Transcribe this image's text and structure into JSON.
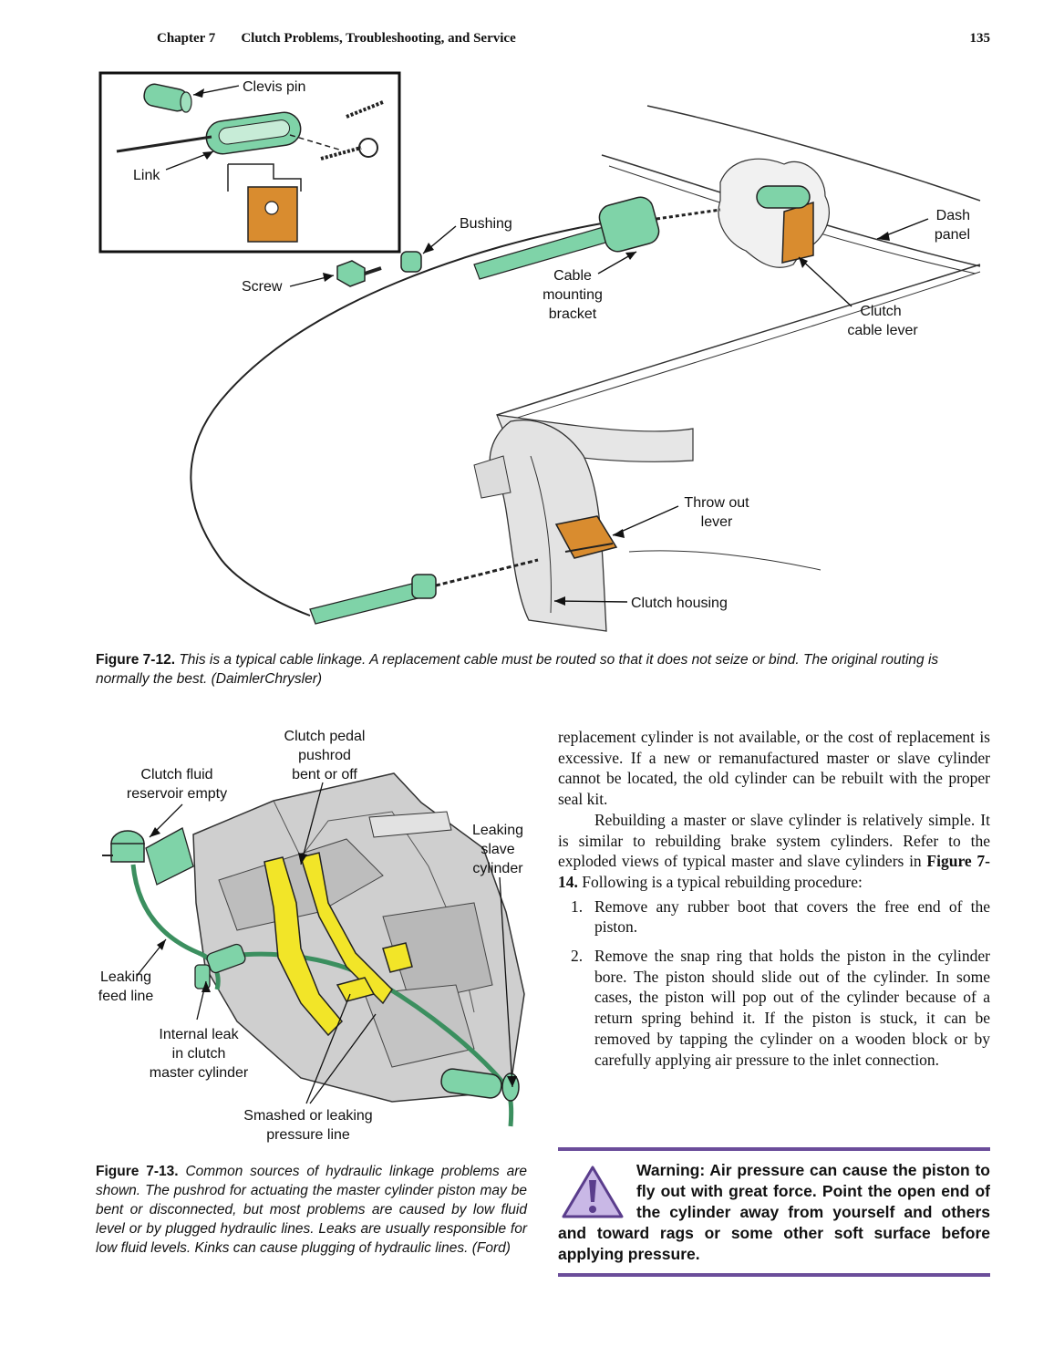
{
  "header": {
    "chapter": "Chapter 7",
    "title": "Clutch Problems, Troubleshooting, and Service",
    "page_number": "135"
  },
  "figure_12": {
    "labels": {
      "clevis_pin": "Clevis pin",
      "link": "Link",
      "bushing": "Bushing",
      "screw": "Screw",
      "cable_mounting_bracket": [
        "Cable",
        "mounting",
        "bracket"
      ],
      "dash_panel": [
        "Dash",
        "panel"
      ],
      "clutch_cable_lever": [
        "Clutch",
        "cable lever"
      ],
      "throw_out_lever": [
        "Throw out",
        "lever"
      ],
      "clutch_housing": "Clutch housing"
    },
    "caption_label": "Figure 7-12.",
    "caption_text": "This is a typical cable linkage. A replacement cable must be routed so that it does not seize or bind. The original routing is normally the best. (DaimlerChrysler)"
  },
  "figure_13": {
    "labels": {
      "clutch_pedal_pushrod": [
        "Clutch pedal",
        "pushrod",
        "bent or off"
      ],
      "reservoir_empty": [
        "Clutch fluid",
        "reservoir empty"
      ],
      "leaking_slave": [
        "Leaking",
        "slave",
        "cylinder"
      ],
      "leaking_feed": [
        "Leaking",
        "feed line"
      ],
      "internal_leak": [
        "Internal leak",
        "in clutch",
        "master cylinder"
      ],
      "smashed_line": [
        "Smashed or leaking",
        "pressure line"
      ]
    },
    "caption_label": "Figure 7-13.",
    "caption_text": "Common sources of hydraulic linkage problems are shown. The pushrod for actuating the master cylinder piston may be bent or disconnected, but most problems are caused by low fluid level or by plugged hydraulic lines. Leaks are usually responsible for low fluid levels. Kinks can cause plugging of hydraulic lines. (Ford)"
  },
  "body": {
    "para1": "replacement cylinder is not available, or the cost of replacement is excessive. If a new or remanufactured master or slave cylinder cannot be located, the old cylinder can be rebuilt with the proper seal kit.",
    "para2_start": "Rebuilding a master or slave cylinder is relatively simple. It is similar to rebuilding brake system cylinders. Refer to the exploded views of typical master and slave cylinders in",
    "para2_ref": "Figure 7-14.",
    "para2_end": "Following is a typical rebuilding procedure:",
    "steps": [
      {
        "num": "1.",
        "text": "Remove any rubber boot that covers the free end of the piston."
      },
      {
        "num": "2.",
        "text": "Remove the snap ring that holds the piston in the cylinder bore. The piston should slide out of the cylinder. In some cases, the piston will pop out of the cylinder because of a return spring behind it. If the piston is stuck, it can be removed by tapping the cylinder on a wooden block or by carefully applying air pressure to the inlet connection."
      }
    ]
  },
  "warning": {
    "text": "Warning: Air pressure can cause the piston to fly out with great force. Point the open end of the cylinder away from yourself and others and toward rags or some other soft surface before applying pressure."
  },
  "colors": {
    "green_part": "#7fd3a8",
    "orange_part": "#d98c2f",
    "yellow_part": "#f2e528",
    "warning_purple": "#6b4d9a"
  }
}
